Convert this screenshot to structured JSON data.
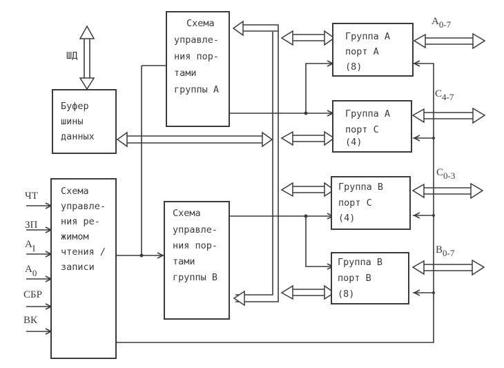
{
  "diagram": {
    "title": "",
    "blocks": {
      "data_bus_buffer": {
        "lines": [
          "Буфер",
          "шины",
          "данных"
        ]
      },
      "rw_control": {
        "lines": [
          "Схема",
          "управле-",
          "ния ре-",
          "жимом",
          "чтения /",
          "записи"
        ]
      },
      "group_a_control": {
        "lines": [
          "Схема",
          "управле-",
          "ния пор-",
          "тами",
          "группы А"
        ]
      },
      "group_b_control": {
        "lines": [
          "Схема",
          "управле-",
          "ния пор-",
          "тами",
          "группы В"
        ]
      },
      "group_a_port_a": {
        "lines": [
          "Группа А",
          "порт А",
          "(8)"
        ]
      },
      "group_a_port_c": {
        "lines": [
          "Группа А",
          "порт С",
          "(4)"
        ]
      },
      "group_b_port_c": {
        "lines": [
          "Группа В",
          "порт С",
          "(4)"
        ]
      },
      "group_b_port_b": {
        "lines": [
          "Группа В",
          "порт В",
          "(8)"
        ]
      }
    },
    "data_bus_label": "ШД",
    "inputs": [
      {
        "main": "ЧТ",
        "sub": ""
      },
      {
        "main": "ЗП",
        "sub": ""
      },
      {
        "main": "A",
        "sub": "I"
      },
      {
        "main": "A",
        "sub": "0"
      },
      {
        "main": "СБР",
        "sub": ""
      },
      {
        "main": "ВК",
        "sub": ""
      }
    ],
    "outputs": [
      {
        "main": "A",
        "sub": "0-7"
      },
      {
        "main": "C",
        "sub": "4-7"
      },
      {
        "main": "C",
        "sub": "0-3"
      },
      {
        "main": "B",
        "sub": "0-7"
      }
    ],
    "colors": {
      "ink": "#3a3a3a",
      "paper": "#ffffff"
    }
  }
}
